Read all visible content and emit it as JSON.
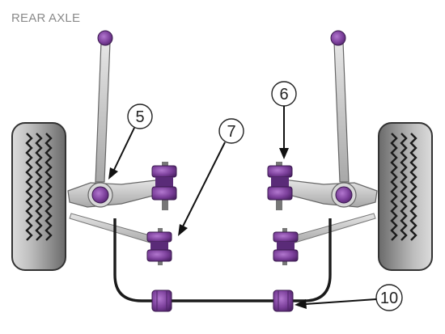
{
  "title": "REAR AXLE",
  "callouts": [
    {
      "id": "5",
      "label": "5"
    },
    {
      "id": "6",
      "label": "6"
    },
    {
      "id": "7",
      "label": "7"
    },
    {
      "id": "10",
      "label": "10"
    }
  ],
  "colors": {
    "bush_purple": "#7b3f9a",
    "bush_dark": "#4e2368",
    "metal_grey": "#c9c9c9",
    "metal_dark": "#8c8c8c",
    "tyre": "#2b2b2b",
    "bar": "#1a1a1a"
  }
}
